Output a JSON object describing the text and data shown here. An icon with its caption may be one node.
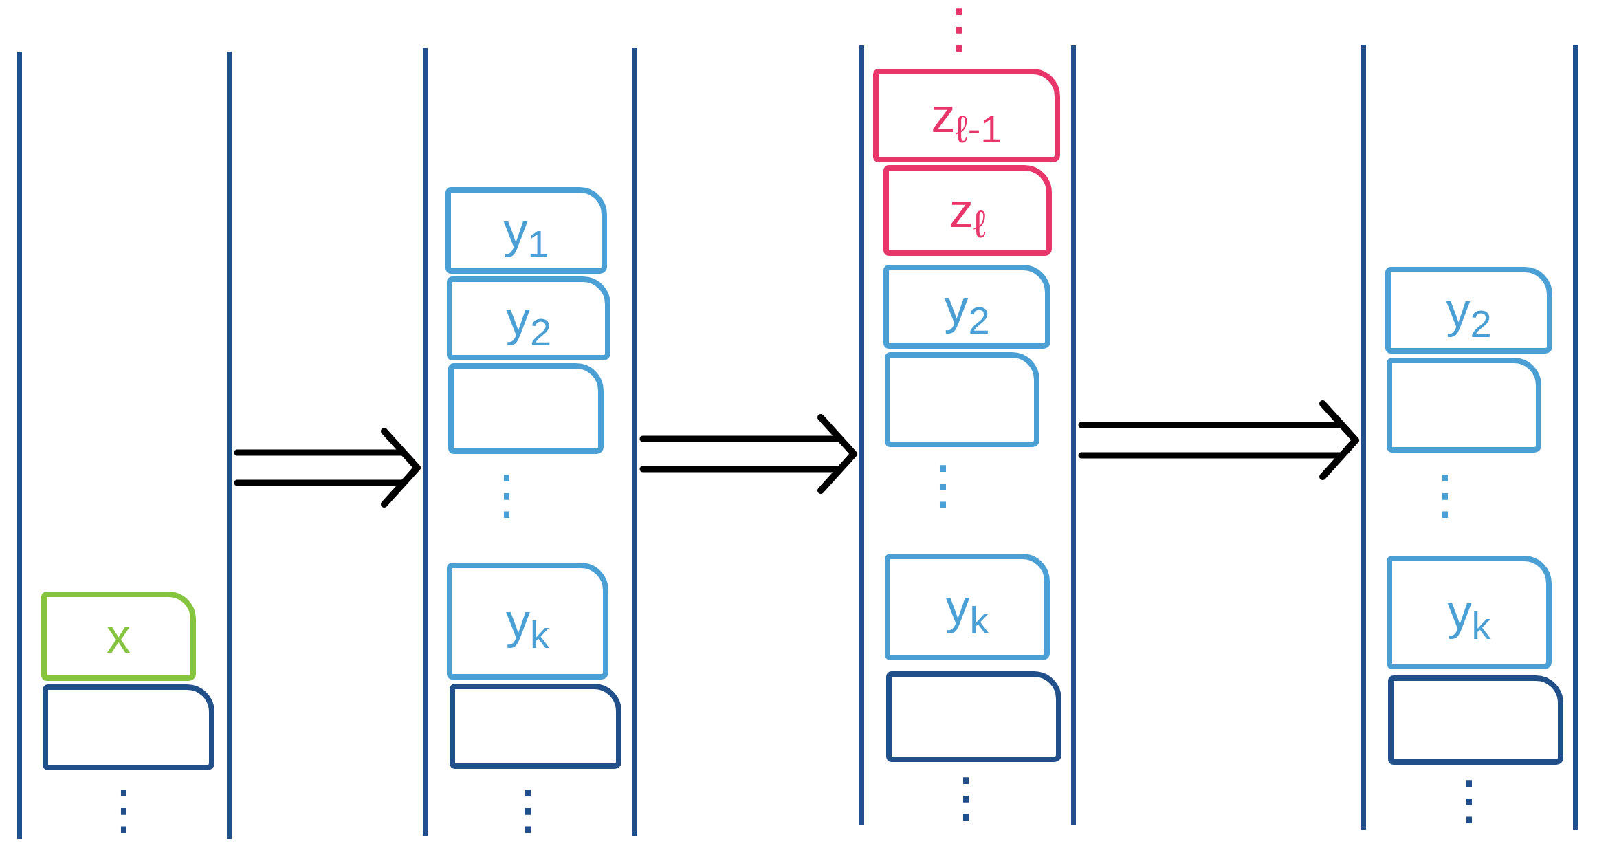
{
  "diagram": {
    "nodes": [
      {
        "text": [],
        "shape": "column"
      },
      {
        "text": [
          "x"
        ],
        "in": 0
      },
      {
        "text": [],
        "shape": "box",
        "in": 0
      },
      {
        "text": [],
        "shape": "column"
      },
      {
        "text": [
          "y$_{1}$"
        ],
        "in": 3
      },
      {
        "text": [
          "y$_{2}$"
        ],
        "in": 3
      },
      {
        "text": [],
        "shape": "box",
        "in": 3
      },
      {
        "text": [
          "y$_{k}$"
        ],
        "in": 3
      },
      {
        "text": [],
        "shape": "box",
        "in": 3
      },
      {
        "text": [],
        "shape": "column"
      },
      {
        "text": [
          "z$_{ℓ-1}$"
        ],
        "in": 9
      },
      {
        "text": [
          "z$_{ℓ}$"
        ],
        "in": 9
      },
      {
        "text": [
          "y$_{2}$"
        ],
        "in": 9
      },
      {
        "text": [],
        "shape": "box",
        "in": 9
      },
      {
        "text": [
          "y$_{k}$"
        ],
        "in": 9
      },
      {
        "text": [],
        "shape": "box",
        "in": 9
      },
      {
        "text": [],
        "shape": "column"
      },
      {
        "text": [
          "y$_{2}$"
        ],
        "in": 16
      },
      {
        "text": [],
        "shape": "box",
        "in": 16
      },
      {
        "text": [
          "y$_{k}$"
        ],
        "in": 16
      },
      {
        "text": [],
        "shape": "box",
        "in": 16
      }
    ],
    "edges": [
      {
        "from": 0,
        "to": 3,
        "arrow": "to"
      },
      {
        "from": 3,
        "to": 9,
        "arrow": "to"
      },
      {
        "from": 9,
        "to": 16,
        "arrow": "to"
      }
    ],
    "labels": [
      "⋮",
      "⋮",
      "⋮",
      "⋮",
      "⋮",
      "⋮",
      "⋮",
      "⋮"
    ]
  }
}
